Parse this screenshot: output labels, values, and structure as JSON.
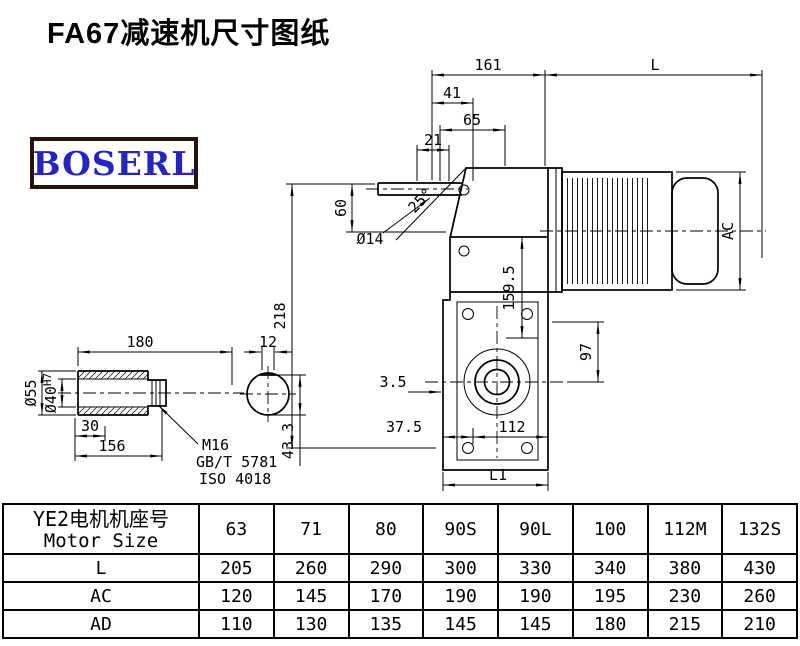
{
  "page": {
    "title": "FA67减速机尺寸图纸",
    "brand": "BOSERL"
  },
  "dims": {
    "d161": "161",
    "dL": "L",
    "d41": "41",
    "d65": "65",
    "d21": "21",
    "d60": "60",
    "d14": "Ø14",
    "angle25": "25°",
    "d218": "218",
    "d159_5": "159.5",
    "dAC": "AC",
    "d97": "97",
    "d3_5": "3.5",
    "d37_5": "37.5",
    "d112": "112",
    "dL1": "L1",
    "d180": "180",
    "d55": "Ø55",
    "d40": "Ø40",
    "d40sup": "H7",
    "d30": "30",
    "d156": "156",
    "d12": "12",
    "d43_3": "43.3",
    "m16": "M16",
    "gb": "GB/T 5781",
    "iso": "ISO 4018"
  },
  "table": {
    "header_cn": "YE2电机机座号",
    "header_en": "Motor Size",
    "columns": [
      "63",
      "71",
      "80",
      "90S",
      "90L",
      "100",
      "112M",
      "132S"
    ],
    "rows": [
      {
        "label": "L",
        "values": [
          "205",
          "260",
          "290",
          "300",
          "330",
          "340",
          "380",
          "430"
        ]
      },
      {
        "label": "AC",
        "values": [
          "120",
          "145",
          "170",
          "190",
          "190",
          "195",
          "230",
          "260"
        ]
      },
      {
        "label": "AD",
        "values": [
          "110",
          "130",
          "135",
          "145",
          "145",
          "180",
          "215",
          "210"
        ]
      }
    ]
  }
}
